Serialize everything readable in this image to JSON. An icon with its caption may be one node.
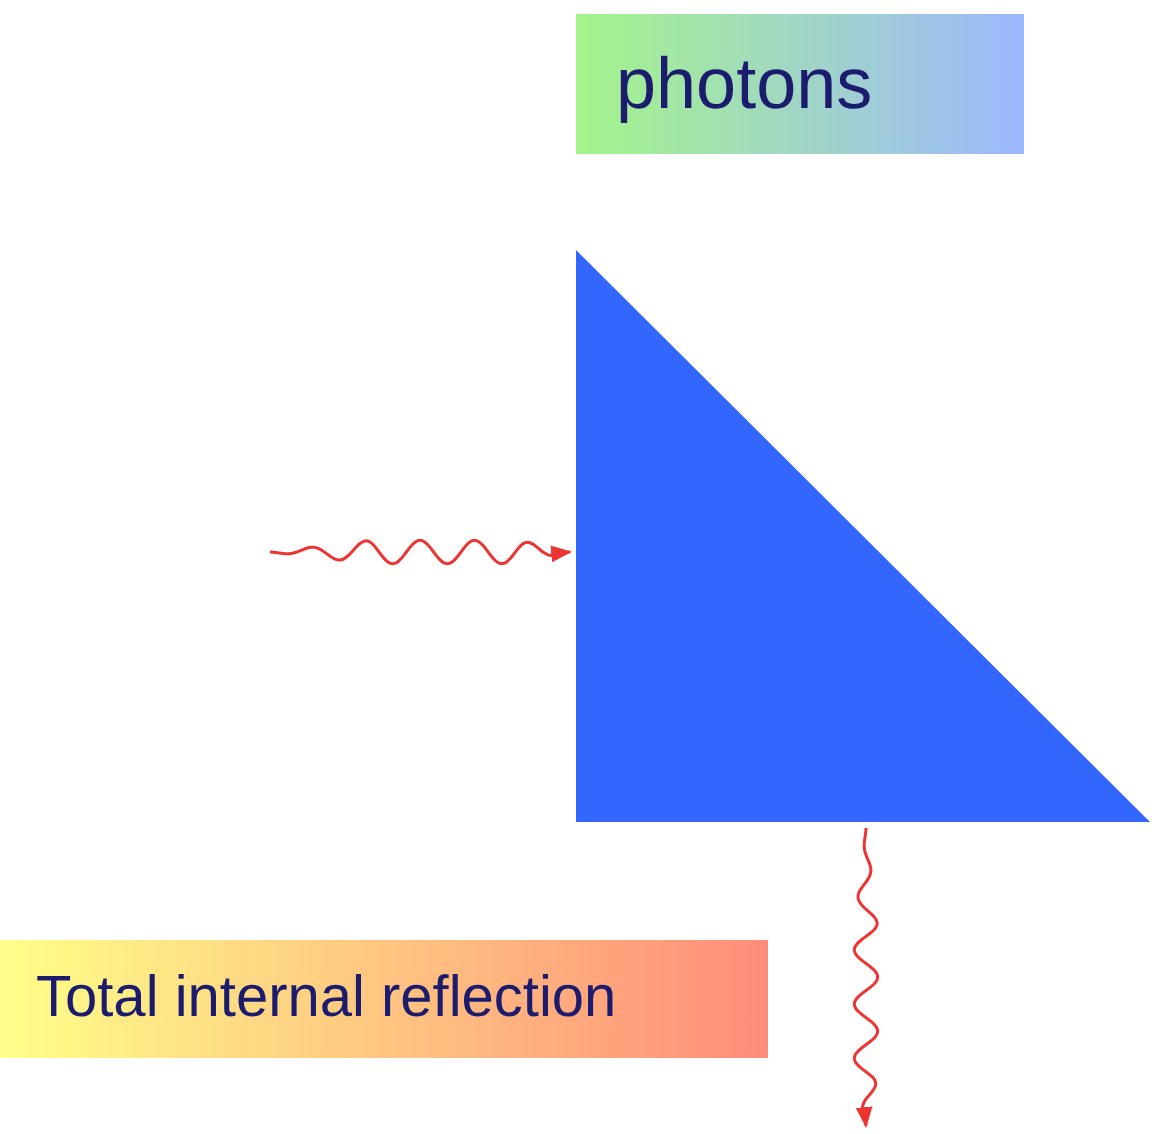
{
  "diagram": {
    "nodes": [
      {
        "text": [
          "photons"
        ]
      },
      {
        "text": [],
        "shape": "triangle"
      },
      {
        "text": [
          "Total internal reflection"
        ]
      }
    ],
    "edges": [
      {
        "from": null,
        "to": 1,
        "arrow": "to"
      },
      {
        "from": 1,
        "to": null,
        "arrow": "to"
      }
    ]
  }
}
